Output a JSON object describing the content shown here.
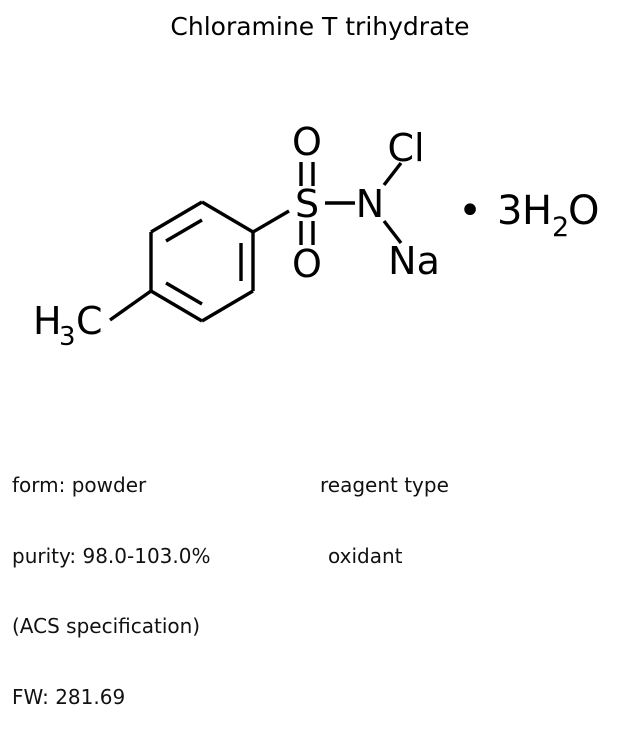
{
  "title": "Chloramine T trihydrate",
  "structure": {
    "atom_labels": {
      "methyl_h": "H",
      "methyl_h_sub": "3",
      "methyl_c": "C",
      "sulfur": "S",
      "oxygen_top": "O",
      "oxygen_bottom": "O",
      "nitrogen": "N",
      "chlorine": "Cl",
      "sodium": "Na"
    },
    "hydrate": {
      "dot": "•",
      "count": "3",
      "h": "H",
      "h_sub": "2",
      "o": "O"
    },
    "ring_name": "benzene-ring",
    "line_color": "#000000"
  },
  "properties": {
    "left": [
      "form: powder",
      "purity: 98.0-103.0%",
      "(ACS specification)",
      "FW: 281.69"
    ],
    "right": [
      "reagent type",
      "oxidant"
    ]
  },
  "chart_data": {
    "type": "diagram",
    "title": "Chloramine T trihydrate",
    "annotations": [
      "form: powder",
      "purity: 98.0-103.0%",
      "(ACS specification)",
      "FW: 281.69",
      "reagent type",
      "oxidant"
    ],
    "atoms": [
      "H3C",
      "S",
      "O",
      "O",
      "N",
      "Cl",
      "Na",
      "3H2O"
    ]
  }
}
